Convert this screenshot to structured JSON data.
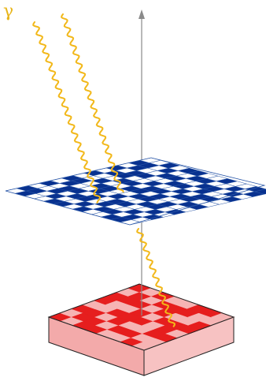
{
  "labels": {
    "gamma": "γ"
  },
  "colors": {
    "photon": "#f2b81a",
    "axis": "#8a8a8a",
    "mask_open": "#ffffff",
    "mask_closed": "#08318f",
    "mask_grid": "#2a57a8",
    "detector_top_dark": "#e61e1e",
    "detector_top_light": "#f6b4b4",
    "detector_side": "#f3aaaa",
    "detector_edge": "#222222"
  },
  "icons": {
    "axis_arrow": "arrow-up-icon"
  },
  "mask": {
    "rows": 13,
    "cols": 13,
    "pattern": [
      "0100110100110",
      "1101001011010",
      "0010110100101",
      "1011010110010",
      "0100101001101",
      "1101100110100",
      "0010011010011",
      "1001101101100",
      "0110010010110",
      "1011001101001",
      "0100110011010",
      "1101001100101",
      "0010110010011"
    ]
  },
  "detector": {
    "rows": 8,
    "cols": 8,
    "pattern": [
      "10110010",
      "01101100",
      "11010011",
      "00111010",
      "10010111",
      "11101001",
      "01011100",
      "10100110"
    ]
  }
}
